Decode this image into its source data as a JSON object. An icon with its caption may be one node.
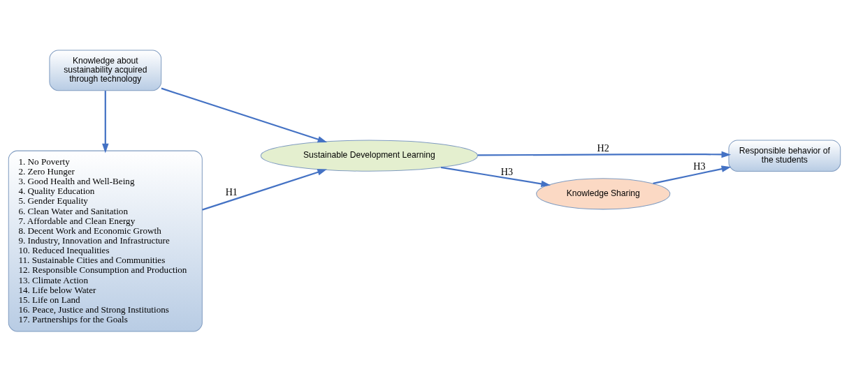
{
  "diagram": {
    "nodes": [
      {
        "text": [
          "1. No Poverty",
          "2. Zero Hunger",
          "3. Good Health and Well-Being",
          "4. Quality Education",
          "5. Gender Equality",
          "6. Clean Water and Sanitation",
          "7. Affordable and Clean Energy",
          "8. Decent Work and Economic Growth",
          "9. Industry, Innovation and Infrastructure",
          "10. Reduced Inequalities",
          "11. Sustainable Cities and Communities",
          "12. Responsible Consumption and Production",
          "13. Climate Action",
          "14. Life below Water",
          "15. Life on Land",
          "16. Peace, Justice and Strong Institutions",
          "17. Partnerships for the Goals"
        ]
      },
      {
        "text": [
          "Knowledge about sustainability acquired through technology"
        ]
      },
      {
        "text": [
          "Sustainable Development Learning"
        ]
      },
      {
        "text": [
          "Responsible behavior of the students"
        ]
      },
      {
        "text": [
          "Knowledge Sharing"
        ]
      }
    ],
    "edges": [
      {
        "from": 0,
        "to": 2,
        "arrow": "to",
        "label": "H1"
      },
      {
        "from": 1,
        "to": 0,
        "arrow": "to"
      },
      {
        "from": 1,
        "to": 2,
        "arrow": "to"
      },
      {
        "from": 2,
        "to": 3,
        "arrow": "to",
        "label": "H2"
      },
      {
        "from": 2,
        "to": 4,
        "arrow": "to",
        "label": "H3"
      },
      {
        "from": 4,
        "to": 3,
        "arrow": "to",
        "label": "H3"
      }
    ]
  }
}
